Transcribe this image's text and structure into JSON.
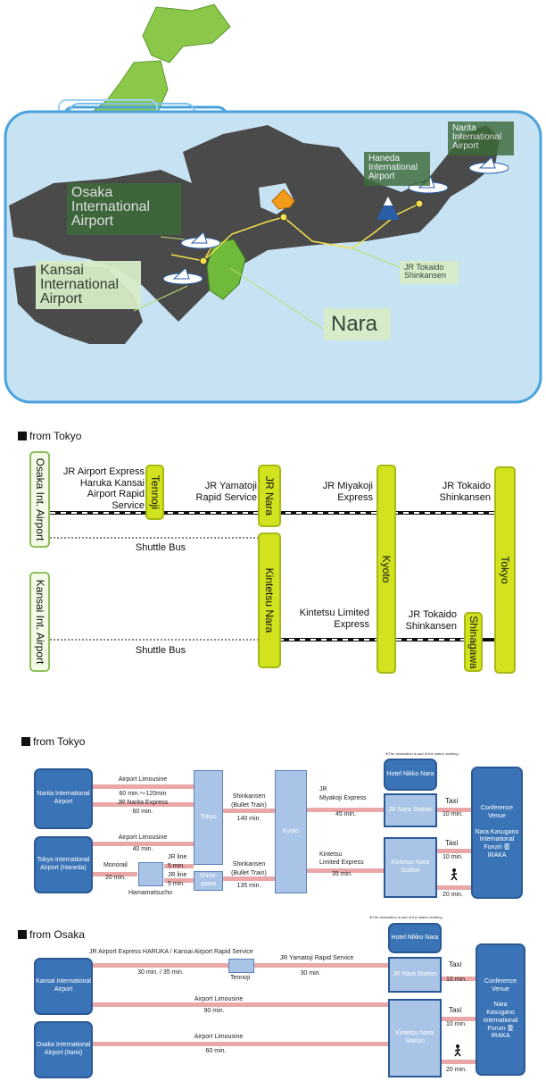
{
  "map": {
    "labels": {
      "osaka_airport": "Osaka International Airport",
      "kansai_airport": "Kansai International Airport",
      "haneda_airport": "Haneda International Airport",
      "narita_airport": "Narita International Airport",
      "nara": "Nara",
      "tokaido": "JR Tokaido Shinkansen"
    }
  },
  "diagram1": {
    "heading": "from Tokyo",
    "stations": {
      "osaka_airport": "Osaka Int. Airport",
      "kansai_airport": "Kansai Int. Airport",
      "tennoji": "Tennoji",
      "jr_nara": "JR Nara",
      "kintetsu_nara": "Kintetsu Nara",
      "kyoto": "Kyoto",
      "tokyo": "Tokyo",
      "shinagawa": "Shinagawa"
    },
    "routes": {
      "haruka": "JR Airport Express Haruka Kansai Airport Rapid Service",
      "yamatoji": "JR Yamatoji Rapid Service",
      "miyakoji": "JR Miyakoji Express",
      "tokaido_top": "JR Tokaido Shinkansen",
      "shuttle1": "Shuttle Bus",
      "shuttle2": "Shuttle Bus",
      "kintetsu": "Kintetsu Limited Express",
      "tokaido_bottom": "JR Tokaido Shinkansen"
    }
  },
  "diagram2": {
    "heading": "from Tokyo",
    "note": "※The destination is part of the station building.",
    "boxes": {
      "narita": "Narita International Airport",
      "haneda": "Tokyo International Airport (Haneda)",
      "tokyo": "Tokyo",
      "shinagawa": "Shina-gawa",
      "kyoto": "Kyoto",
      "hotel": "Hotel Nikko Nara",
      "jr_nara": "JR Nara Station",
      "kintetsu_nara": "Kintetsu Nara Station",
      "venue": "Conference Venue\n\nNara Kasugano International Forum 甍IRAKA"
    },
    "labels": {
      "limousine1": "Airport Limousine",
      "limousine1_time": "60 min.～120min",
      "narita_express": "JR Narita Express",
      "narita_express_time": "60 min.",
      "limousine2": "Airport Limousine",
      "limousine2_time": "40 min.",
      "monorail": "Monorail",
      "monorail_time": "20 min.",
      "jrline1": "JR line",
      "jrline1_time": "5 min.",
      "jrline2": "JR line",
      "jrline2_time": "5 min.",
      "hamamatsucho": "Hamamatsucho",
      "shinkansen1": "Shinkansen",
      "shinkansen1_sub": "(Bullet Train)",
      "shinkansen1_time": "140 min.",
      "shinkansen2": "Shinkansen",
      "shinkansen2_sub": "(Bullet Train)",
      "shinkansen2_time": "135 min.",
      "miyakoji1": "JR",
      "miyakoji2": "Miyakoji Express",
      "miyakoji_time": "45 min.",
      "kintetsu1": "Kintetsu",
      "kintetsu2": "Limited Express",
      "kintetsu_time": "35 min.",
      "taxi1": "Taxi",
      "taxi1_time": "10 min.",
      "taxi2": "Taxi",
      "taxi2_time": "10 min.",
      "walk_time": "20 min."
    }
  },
  "diagram3": {
    "heading": "from Osaka",
    "note": "※The destination is part of the station building.",
    "boxes": {
      "kansai": "Kansai International Airport",
      "itami": "Osaka International Airport (Itami)",
      "hotel": "Hotel Nikko Nara",
      "jr_nara": "JR Nara Station",
      "kintetsu_nara": "Kintetsu Nara Station",
      "venue": "Conference Venue\n\nNara Kasugano International Forum 甍IRAKA"
    },
    "labels": {
      "haruka": "JR Airport Express HARUKA / Kansai Airport Rapid Service",
      "haruka_time": "30 min. / 35 min.",
      "tennoji": "Tennoji",
      "yamatoji": "JR Yamatoji  Rapid Service",
      "yamatoji_time": "30 min.",
      "limousine1": "Airport Limousine",
      "limousine1_time": "90 min.",
      "limousine2": "Airport Limousine",
      "limousine2_time": "60 min.",
      "taxi1": "Taxi",
      "taxi1_time": "10 min.",
      "taxi2": "Taxi",
      "taxi2_time": "10 min.",
      "walk_time": "20 min."
    }
  }
}
